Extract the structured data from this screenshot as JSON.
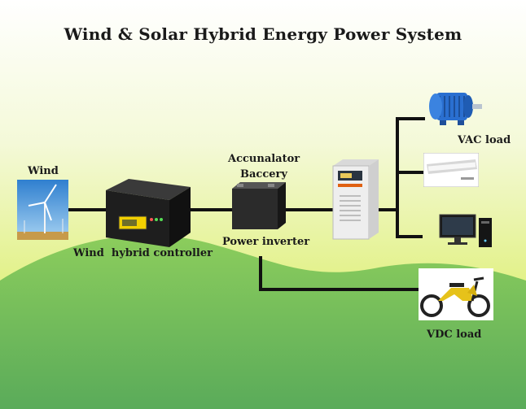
{
  "title": "Wind & Solar Hybrid Energy Power System",
  "labels": {
    "wind": "Wind",
    "controller": "Wind  hybrid controller",
    "battery_line1": "Accunalator",
    "battery_line2": "Baccery",
    "inverter": "Power inverter",
    "vac_load": "VAC load",
    "vdc_load": "VDC load"
  },
  "colors": {
    "sky_top": "#ffffff",
    "sky_bottom": "#d6ec3a",
    "hill_light": "#8cc84b",
    "hill_dark": "#5fae5c",
    "wire": "#111111"
  },
  "icons": [
    "wind-turbine-icon",
    "controller-box-icon",
    "battery-icon",
    "inverter-cabinet-icon",
    "electric-motor-icon",
    "fluorescent-lamp-icon",
    "computer-icon",
    "electric-scooter-icon"
  ]
}
